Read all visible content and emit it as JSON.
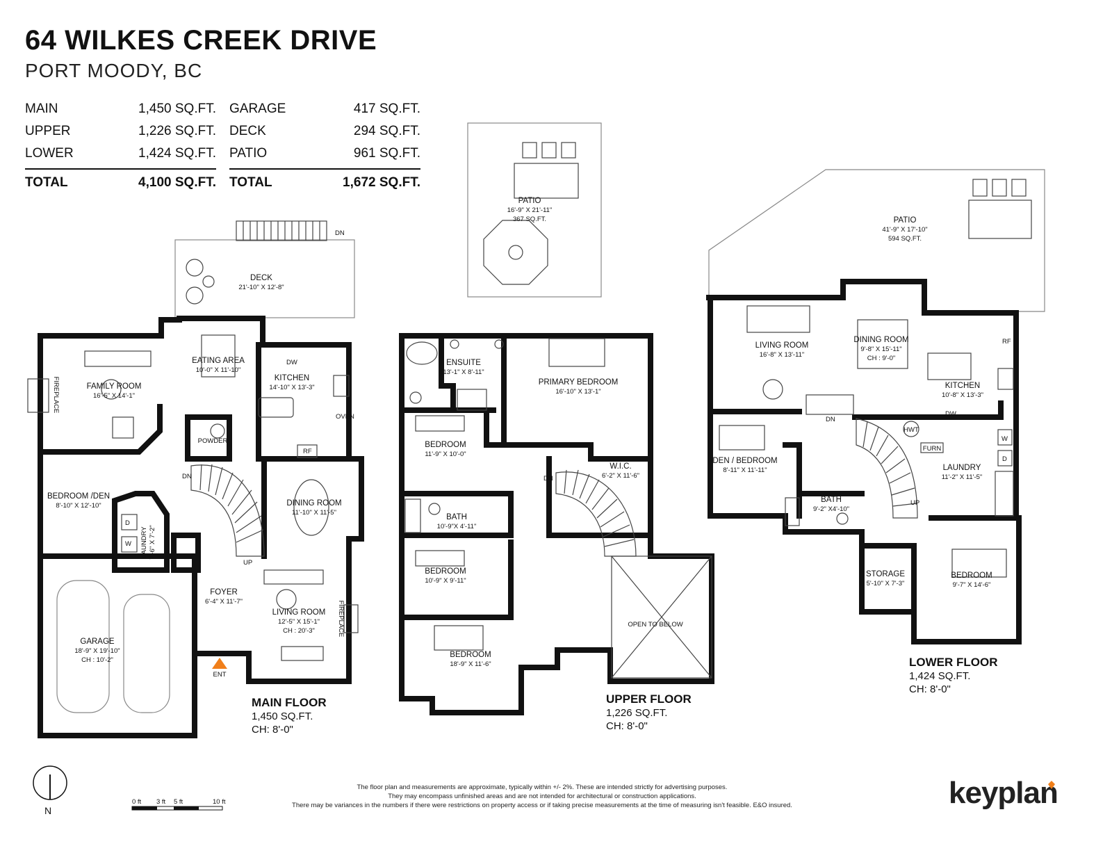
{
  "header": {
    "address": "64 WILKES CREEK DRIVE",
    "city": "PORT MOODY, BC"
  },
  "areas_left": {
    "rows": [
      {
        "label": "MAIN",
        "value": "1,450 SQ.FT."
      },
      {
        "label": "UPPER",
        "value": "1,226 SQ.FT."
      },
      {
        "label": "LOWER",
        "value": "1,424 SQ.FT."
      }
    ],
    "total": {
      "label": "TOTAL",
      "value": "4,100 SQ.FT."
    }
  },
  "areas_right": {
    "rows": [
      {
        "label": "GARAGE",
        "value": "417 SQ.FT."
      },
      {
        "label": "DECK",
        "value": "294 SQ.FT."
      },
      {
        "label": "PATIO",
        "value": "961 SQ.FT."
      }
    ],
    "total": {
      "label": "TOTAL",
      "value": "1,672 SQ.FT."
    }
  },
  "main_floor": {
    "label": "MAIN FLOOR",
    "area": "1,450 SQ.FT.",
    "ch": "CH: 8'-0\"",
    "rooms": {
      "deck": {
        "name": "DECK",
        "dim": "21'-10\" X 12'-8\""
      },
      "eating": {
        "name": "EATING AREA",
        "dim": "10'-0\" X 11'-10\""
      },
      "kitchen": {
        "name": "KITCHEN",
        "dim": "14'-10\" X 13'-3\""
      },
      "family": {
        "name": "FAMILY ROOM",
        "dim": "16'-5\" X 14'-1\""
      },
      "bedden": {
        "name": "BEDROOM /DEN",
        "dim": "8'-10\" X 12'-10\""
      },
      "dining": {
        "name": "DINING ROOM",
        "dim": "11'-10\" X 11'-5\""
      },
      "laundry": {
        "name": "LAUNDRY",
        "dim": "7'-6\" X 7'-2\""
      },
      "foyer": {
        "name": "FOYER",
        "dim": "6'-4\" X 11'-7\""
      },
      "living": {
        "name": "LIVING ROOM",
        "dim": "12'-5\" X 15'-1\"",
        "ch": "CH : 20'-3\""
      },
      "garage": {
        "name": "GARAGE",
        "dim": "18'-9\" X 19'-10\"",
        "ch": "CH : 10'-2\""
      }
    },
    "labels": {
      "powder": "POWDER",
      "fireplace": "FIREPLACE",
      "fireplace2": "FIREPLACE",
      "dw": "DW",
      "oven": "OVEN",
      "rf": "RF",
      "dn": "DN",
      "up": "UP",
      "dn_deck": "DN",
      "w": "W",
      "d": "D",
      "ent": "ENT"
    }
  },
  "upper_floor": {
    "label": "UPPER FLOOR",
    "area": "1,226 SQ.FT.",
    "ch": "CH: 8'-0\"",
    "rooms": {
      "patio": {
        "name": "PATIO",
        "dim": "16'-9\" X 21'-11\"",
        "sqft": "367 SQ.FT."
      },
      "ensuite": {
        "name": "ENSUITE",
        "dim": "13'-1\" X 8'-11\""
      },
      "primary": {
        "name": "PRIMARY BEDROOM",
        "dim": "16'-10\" X 13'-1\""
      },
      "bed1": {
        "name": "BEDROOM",
        "dim": "11'-9\" X 10'-0\""
      },
      "wic": {
        "name": "W.I.C.",
        "dim": "6'-2\" X 11'-6\""
      },
      "bath": {
        "name": "BATH",
        "dim": "10'-9\"X 4'-11\""
      },
      "bed2": {
        "name": "BEDROOM",
        "dim": "10'-9\" X 9'-11\""
      },
      "bed3": {
        "name": "BEDROOM",
        "dim": "18'-9\" X 11'-6\""
      },
      "open": {
        "name": "OPEN TO BELOW"
      }
    },
    "labels": {
      "dn": "DN"
    }
  },
  "lower_floor": {
    "label": "LOWER FLOOR",
    "area": "1,424 SQ.FT.",
    "ch": "CH: 8'-0\"",
    "rooms": {
      "patio": {
        "name": "PATIO",
        "dim": "41'-9\" X 17'-10\"",
        "sqft": "594 SQ.FT."
      },
      "living": {
        "name": "LIVING ROOM",
        "dim": "16'-8\" X 13'-11\""
      },
      "dining": {
        "name": "DINING ROOM",
        "dim": "9'-8\" X 15'-11\"",
        "ch": "CH : 9'-0\""
      },
      "kitchen": {
        "name": "KITCHEN",
        "dim": "10'-8\" X 13'-3\""
      },
      "den": {
        "name": "DEN / BEDROOM",
        "dim": "8'-11\" X 11'-11\""
      },
      "laundry": {
        "name": "LAUNDRY",
        "dim": "11'-2\" X 11'-5\""
      },
      "bath": {
        "name": "BATH",
        "dim": "9'-2\" X4'-10\""
      },
      "storage": {
        "name": "STORAGE",
        "dim": "5'-10\" X 7'-3\""
      },
      "bedroom": {
        "name": "BEDROOM",
        "dim": "9'-7\" X 14'-6\""
      }
    },
    "labels": {
      "dn": "DN",
      "up": "UP",
      "hwt": "HWT",
      "furn": "FURN",
      "rf": "RF",
      "dw": "DW",
      "w": "W",
      "d": "D"
    }
  },
  "footer": {
    "disclaimer": [
      "The floor plan and measurements are approximate, typically within +/- 2%. These are intended strictly for advertising purposes.",
      "They may encompass unfinished areas and are not intended for architectural or construction applications.",
      "There may be variances in the numbers if there were restrictions on property access or if taking precise measurements at the time of measuring isn't feasible. E&O insured."
    ],
    "logo": "keyplan",
    "compass_label": "N",
    "scale": {
      "t0": "0 ft",
      "t1": "3 ft",
      "t2": "5 ft",
      "t3": "10 ft"
    }
  },
  "colors": {
    "wall": "#111111",
    "accent": "#f07f1a"
  }
}
